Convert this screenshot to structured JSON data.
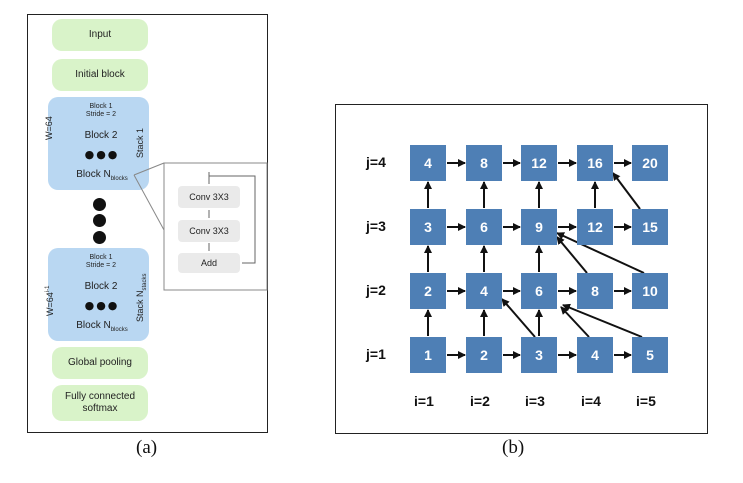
{
  "panel_a": {
    "caption": "(a)",
    "blocks": {
      "input": "Input",
      "initial": "Initial block",
      "global_pooling": "Global pooling",
      "fc_line1": "Fully connected",
      "fc_line2": "softmax"
    },
    "stack1": {
      "block1_line1": "Block 1",
      "block1_line2": "Stride = 2",
      "block2": "Block 2",
      "dots": "●●●",
      "blockn": "Block N",
      "blockn_sub": "blocks",
      "width_label": "W=64",
      "stack_label": "Stack 1"
    },
    "stack2": {
      "block1_line1": "Block 1",
      "block1_line2": "Stride = 2",
      "block2": "Block 2",
      "dots": "●●●",
      "blockn": "Block N",
      "blockn_sub": "blocks",
      "width_label": "W=64",
      "width_sup": "i-1",
      "stack_label": "Stack N",
      "stack_sub": "stacks"
    },
    "detail": {
      "conv1": "Conv 3X3",
      "conv2": "Conv 3X3",
      "add": "Add"
    }
  },
  "panel_b": {
    "caption": "(b)",
    "row_labels": [
      "j=4",
      "j=3",
      "j=2",
      "j=1"
    ],
    "col_labels": [
      "i=1",
      "i=2",
      "i=3",
      "i=4",
      "i=5"
    ],
    "grid": [
      [
        "4",
        "8",
        "12",
        "16",
        "20"
      ],
      [
        "3",
        "6",
        "9",
        "12",
        "15"
      ],
      [
        "2",
        "4",
        "6",
        "8",
        "10"
      ],
      [
        "1",
        "2",
        "3",
        "4",
        "5"
      ]
    ],
    "node_color": "#4e7fb5"
  }
}
